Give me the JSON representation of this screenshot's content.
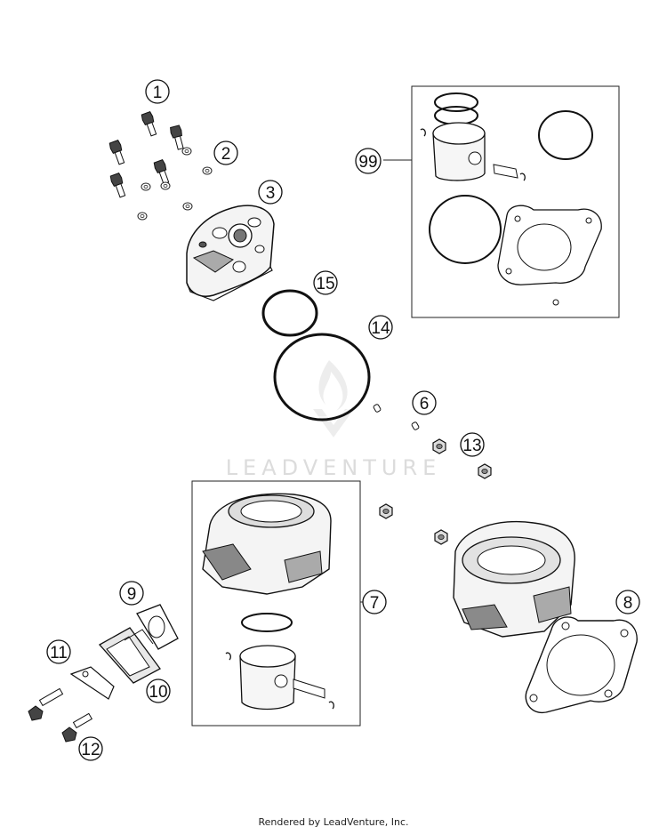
{
  "watermark": {
    "text": "LEADVENTURE",
    "color": "#d9d9d9"
  },
  "footer": {
    "text": "Rendered by LeadVenture, Inc."
  },
  "colors": {
    "line": "#222222",
    "part_fill": "#f2f2f2",
    "shade": "#9a9a9a"
  },
  "callouts": {
    "c1": "1",
    "c2": "2",
    "c3": "3",
    "c6": "6",
    "c7": "7",
    "c8": "8",
    "c9": "9",
    "c10": "10",
    "c11": "11",
    "c12": "12",
    "c13": "13",
    "c14": "14",
    "c15": "15",
    "c99": "99"
  }
}
